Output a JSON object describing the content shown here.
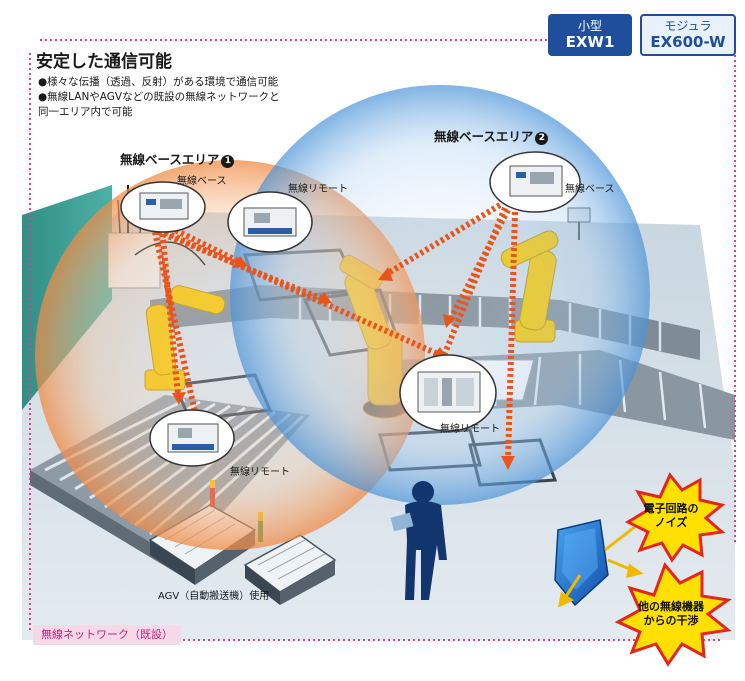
{
  "badges": {
    "model": {
      "top": "小型",
      "bottom": "EXW1"
    },
    "module": {
      "top": "モジュラ",
      "bottom": "EX600-W"
    }
  },
  "heading": "安定した通信可能",
  "bullets": [
    "様々な伝播（透過、反射）がある環境で通信可能",
    "無線LANやAGVなどの既設の無線ネットワークと",
    "同一エリア内で可能"
  ],
  "bullet_mark": "●",
  "areas": [
    {
      "label": "無線ベースエリア",
      "number": "1"
    },
    {
      "label": "無線ベースエリア",
      "number": "2"
    }
  ],
  "device_labels": {
    "base_1": "無線ベース",
    "remote_top": "無線リモート",
    "base_2": "無線ベース",
    "remote_center": "無線リモート",
    "remote_bottom": "無線リモート",
    "agv": "AGV（自動搬送機）使用"
  },
  "network_tag": "無線ネットワーク（既設）",
  "noise_bursts": [
    {
      "line1": "電子回路の",
      "line2": "ノイズ"
    },
    {
      "line1": "他の無線機器",
      "line2": "からの干渉"
    }
  ],
  "colors": {
    "accent_blue": "#1f4f9a",
    "dotted_border": "#e0408a",
    "orange_zone": "#f4a060",
    "blue_zone": "#6aa9e0",
    "arrow_orange": "#e8541a",
    "burst_yellow": "#ffe000",
    "burst_red": "#e3261c",
    "shield_blue": "#1d6fd1"
  },
  "icons": [
    "router-icon",
    "robot-arm-icon",
    "conveyor-icon",
    "agv-icon",
    "worker-icon",
    "shield-icon",
    "noise-burst-icon"
  ]
}
